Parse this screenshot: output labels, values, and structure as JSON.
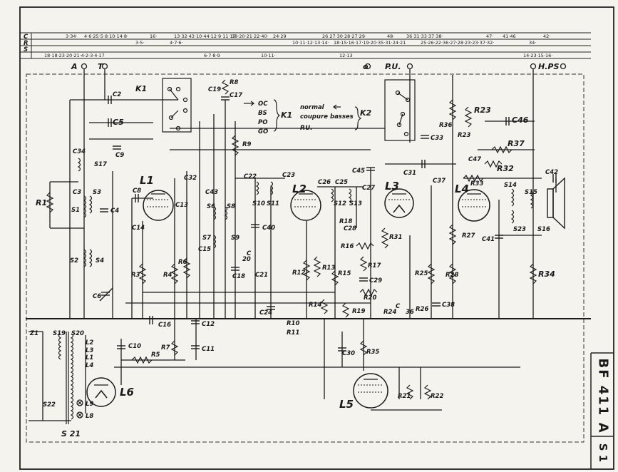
{
  "rows": {
    "c": {
      "letter": "C",
      "cells": [
        "3·34·",
        "4·6·25·5·8·10·14·8·",
        "16·",
        "13·32·43·10·44·12·9·11·17·",
        "18·20·21·22·40·",
        "24·29",
        "26 27·30·28·27·29·",
        "48·",
        "36·31·33·37·38·",
        "47·",
        "41·46",
        "42·"
      ]
    },
    "r": {
      "letter": "R",
      "cells": [
        "3·5·",
        "4·7·6·",
        "10·11·12·13·14·",
        "18·15·16·17·19·20·35·31·24·21",
        "25·26·22·36·27·28·23·23·37·32·",
        "34·"
      ]
    },
    "s": {
      "letter": "S",
      "cells": [
        "18·18·23·20·21·4·2·3·4·17",
        "6·7·8·9",
        "10·11·",
        "12·13",
        "14·23·15·16·"
      ]
    }
  },
  "terminals": {
    "a": "A",
    "t": "T",
    "pu_bullet": "o",
    "pu": "P.U.",
    "hps": "H.PS"
  },
  "legend": {
    "oc": "OC",
    "bs": "BS",
    "po": "PO",
    "go": "GO",
    "k1": "K1",
    "k2": "K2",
    "normal": "normal",
    "coupure": "coupure basses",
    "pu": "P.U."
  },
  "tubes": {
    "l1": "L1",
    "l2": "L2",
    "l3": "L3",
    "l4": "L4",
    "l5": "L5",
    "l6": "L6"
  },
  "components": {
    "k1": "K1",
    "c2": "C2",
    "c5": "C5",
    "c9": "C9",
    "c34": "C34",
    "s17": "S17",
    "c3": "C3",
    "s3": "S3",
    "s1": "S1",
    "c4": "C4",
    "r1": "R1",
    "s2": "S2",
    "s4": "S4",
    "c6": "C6",
    "c8": "C8",
    "c32": "C32",
    "c43": "C43",
    "c19": "C19",
    "r8": "R8",
    "c17": "C17",
    "r9": "R9",
    "c22": "C22",
    "s10": "S10",
    "c23": "C23",
    "s11": "S11",
    "c26": "C26",
    "c25": "C25",
    "c27": "C27",
    "s12": "S12",
    "s13": "S13",
    "r18": "R18",
    "c28": "C28",
    "c45": "C45",
    "c31": "C31",
    "c37": "C37",
    "r33": "R33",
    "r32": "R32",
    "c42": "C42",
    "c47": "C47",
    "r37": "R37",
    "c46": "C46",
    "r36": "R36",
    "r23a": "R23",
    "r23b": "R23",
    "c33": "C33",
    "s14": "S14",
    "s15": "S15",
    "s16": "S16",
    "s23": "S23",
    "c41": "C41",
    "r27": "R27",
    "r28": "R28",
    "r25": "R25",
    "r26": "R26",
    "c38": "C38",
    "r34": "R34",
    "r31": "R31",
    "r16": "R16",
    "r17": "R17",
    "c29": "C29",
    "r15": "R15",
    "r14": "R14",
    "r20": "R20",
    "r19": "R19",
    "r24": "R24",
    "c36a": "C",
    "c36b": "36",
    "r10": "R10",
    "r11": "R11",
    "r12": "R12",
    "r13": "R13",
    "c24": "C24",
    "c21": "C21",
    "c20a": "C",
    "c20b": "20",
    "c18": "C18",
    "c40": "C40",
    "s9": "S9",
    "s7": "S7",
    "c15": "C15",
    "s6": "S6",
    "s8": "S8",
    "c13": "C13",
    "c14": "C14",
    "r3": "R3",
    "r4": "R4",
    "r6": "R6",
    "c16": "C16",
    "c12": "C12",
    "c11": "C11",
    "c10": "C10",
    "r5": "R5",
    "r7": "R7",
    "c30": "C30",
    "r35": "R35",
    "r21": "R21",
    "r22": "R22",
    "s19": "S19",
    "s20": "S20",
    "l2c": "L2",
    "l3c": "L3",
    "l1c": "L1",
    "l4c": "L4",
    "s21": "S 21",
    "s22": "S22",
    "l8": "L8",
    "l9": "L9",
    "z1": "Z1"
  },
  "title_block": {
    "model": "BF 411 A",
    "sheet": "S 1"
  }
}
